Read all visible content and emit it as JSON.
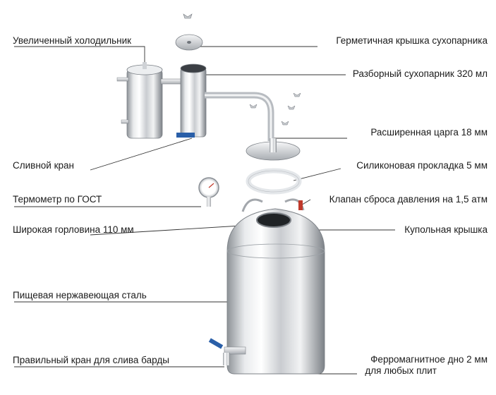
{
  "labels": {
    "cooler": "Увеличенный холодильник",
    "drain_valve": "Сливной кран",
    "thermometer": "Термометр по ГОСТ",
    "wide_neck": "Широкая горловина 110 мм",
    "food_steel": "Пищевая нержавеющая сталь",
    "stillage_tap": "Правильный кран для слива барды",
    "sealed_lid": "Герметичная крышка сухопарника",
    "dry_steamer": "Разборный сухопарник 320 мл",
    "column": "Расширенная царга 18 мм",
    "gasket": "Силиконовая прокладка 5 мм",
    "relief_valve": "Клапан сброса давления на 1,5 атм",
    "dome_lid": "Купольная крышка",
    "bottom_line1": "Ферромагнитное дно 2 мм",
    "bottom_line2": "для любых плит"
  },
  "colors": {
    "leader": "#333333",
    "steel_light": "#f4f5f6",
    "steel_dark": "#8a8f95",
    "valve_blue": "#2a5fa8",
    "gasket": "#e9ecee"
  }
}
